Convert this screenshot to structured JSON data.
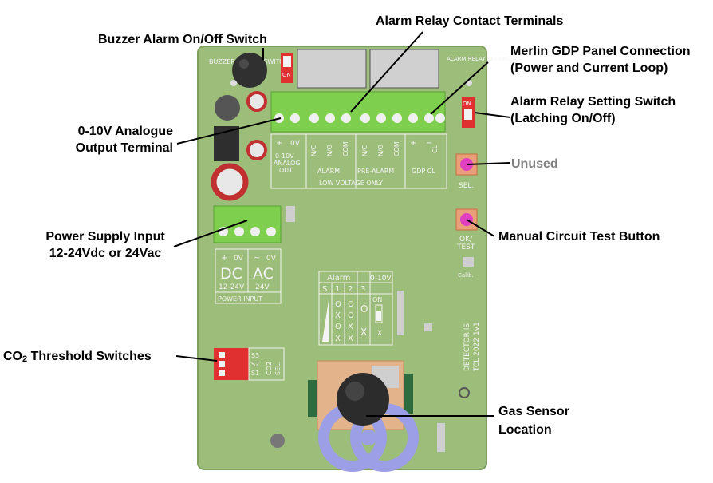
{
  "callouts": {
    "buzzer": "Buzzer Alarm On/Off Switch",
    "relay_terminals": "Alarm Relay Contact Terminals",
    "merlin_line1": "Merlin GDP Panel Connection",
    "merlin_line2": "(Power and Current Loop)",
    "relay_switch_line1": "Alarm  Relay Setting Switch",
    "relay_switch_line2": "(Latching On/Off)",
    "analogue_line1": "0-10V Analogue",
    "analogue_line2": "Output Terminal",
    "unused": "Unused",
    "power_line1": "Power Supply Input",
    "power_line2": "12-24Vdc or 24Vac",
    "test_button": "Manual Circuit Test Button",
    "co2_prefix": "CO",
    "co2_sub": "2",
    "co2_suffix": " Threshold Switches",
    "gas_line1": "Gas Sensor",
    "gas_line2": "Location"
  },
  "board": {
    "buzzer_switch_label": "BUZZER ON/OFF SWITCH",
    "relay_settings_label": "ALARM RELAY SETTINGS",
    "switch_on": "ON",
    "switch_1": "1",
    "terminal_signs": [
      "+",
      "0V",
      "N/C",
      "N/O",
      "COM",
      "N/C",
      "N/O",
      "COM",
      "+",
      "−",
      "CL"
    ],
    "analog_label_1": "0-10V",
    "analog_label_2": "ANALOG",
    "analog_label_3": "OUT",
    "alarm_label": "ALARM",
    "prealarm_label": "PRE-ALARM",
    "gdp_label": "GDP CL",
    "low_voltage": "LOW VOLTAGE ONLY",
    "power_signs": [
      "+",
      "0V",
      "~",
      "0V"
    ],
    "dc": "DC",
    "ac": "AC",
    "v_dc": "12-24V",
    "v_ac": "24V",
    "power_input": "POWER INPUT",
    "sel": "SEL.",
    "ok_test_1": "OK/",
    "ok_test_2": "TEST",
    "calib": "Calib.",
    "table_alarm": "Alarm",
    "table_analog": "0-10V",
    "table_s": "S",
    "table_1": "1",
    "table_2": "2",
    "table_3": "3",
    "table_on": "ON",
    "brand_1": "DETECTOR IS",
    "brand_2": "TCL 2022  1v1",
    "co2_sel_1": "CO2",
    "co2_sel_2": "SEL.",
    "s1": "S1",
    "s2": "S2",
    "s3": "S3"
  },
  "colors": {
    "pcb": "#9dbd7a",
    "pcb_edge": "#7f9e60",
    "terminal": "#7fcf4f",
    "relay": "#e03030",
    "sensor_ring": "#9c9ee6"
  }
}
